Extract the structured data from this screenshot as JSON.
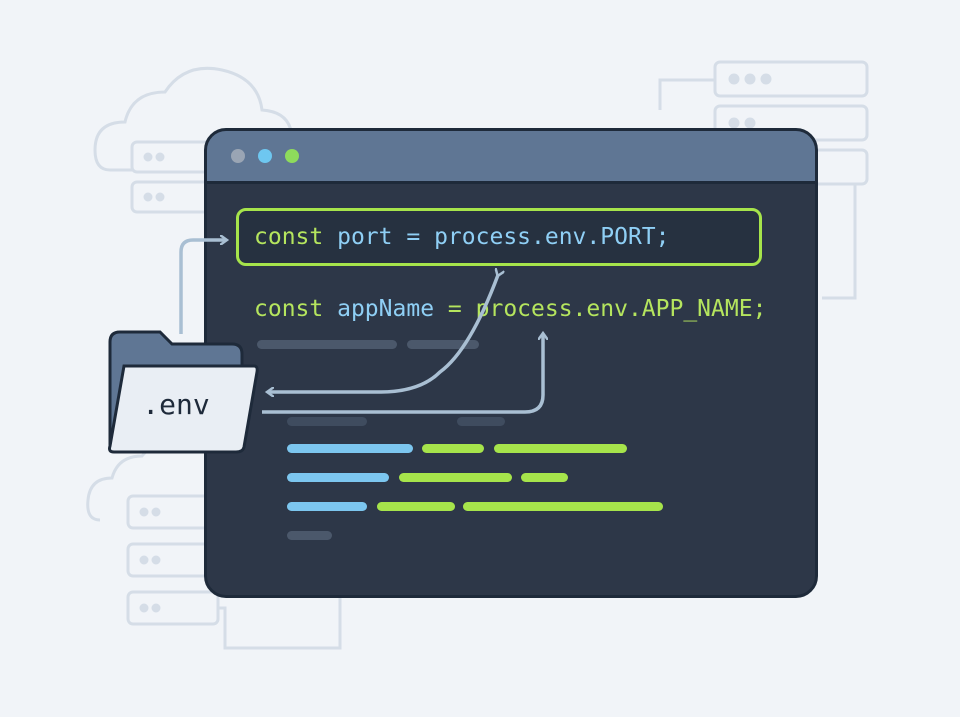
{
  "code": {
    "line1": {
      "keyword": "const",
      "name": "port",
      "equals": "=",
      "value": "process.env.PORT;"
    },
    "line2": {
      "keyword": "const",
      "name": "appName",
      "equals": "=",
      "value": "process.env.APP_NAME;"
    }
  },
  "file": {
    "label": ".env"
  },
  "window": {
    "controls": [
      "close-dot",
      "minimize-dot",
      "maximize-dot"
    ]
  },
  "colors": {
    "background": "#f1f4f8",
    "window": "#2d3748",
    "titlebar": "#5f7694",
    "keyword": "#b5e55e",
    "identifier": "#8fcff5",
    "highlight": "#a6e44b",
    "arrow": "#a9bfd3"
  },
  "icons": [
    "cloud-icon",
    "server-icon",
    "folder-icon",
    "arrow-icon"
  ]
}
